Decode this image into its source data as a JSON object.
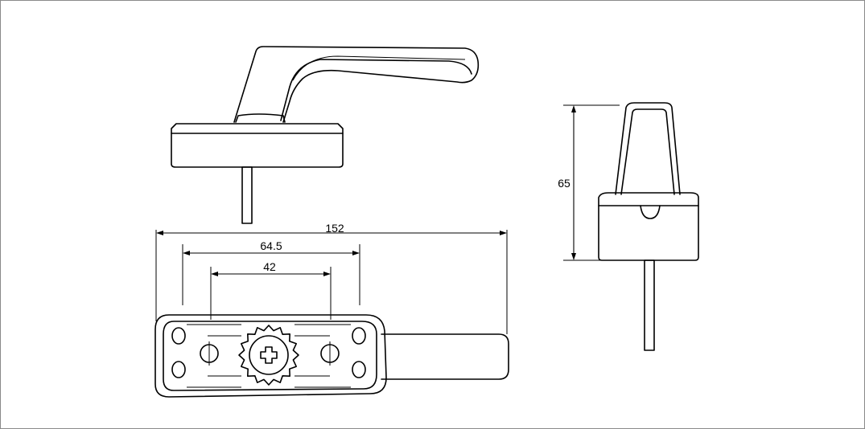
{
  "dimensions": {
    "overall_length": "152",
    "hole_spacing_outer": "64.5",
    "hole_spacing_inner": "42",
    "height": "65"
  }
}
